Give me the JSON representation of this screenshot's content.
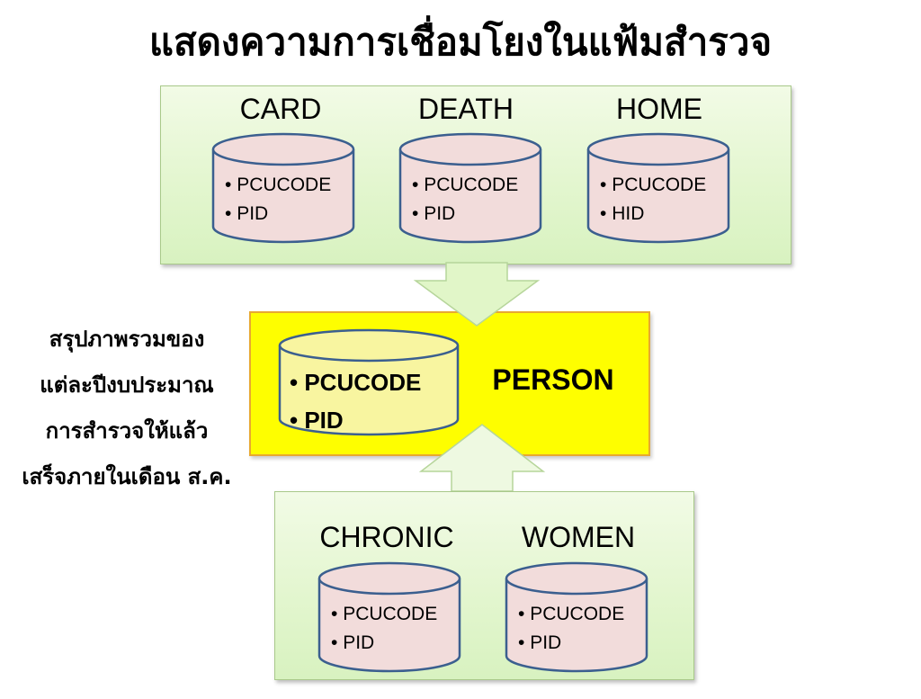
{
  "title": "แสดงความการเชื่อมโยงในแฟ้มสำรวจ",
  "top_group": {
    "files": [
      {
        "name": "CARD",
        "fields": [
          "PCUCODE",
          "PID"
        ]
      },
      {
        "name": "DEATH",
        "fields": [
          "PCUCODE",
          "PID"
        ]
      },
      {
        "name": "HOME",
        "fields": [
          "PCUCODE",
          "HID"
        ]
      }
    ]
  },
  "center": {
    "name": "PERSON",
    "fields": [
      "PCUCODE",
      "PID"
    ]
  },
  "bottom_group": {
    "files": [
      {
        "name": "CHRONIC",
        "fields": [
          "PCUCODE",
          "PID"
        ]
      },
      {
        "name": "WOMEN",
        "fields": [
          "PCUCODE",
          "PID"
        ]
      }
    ]
  },
  "side_note": [
    "สรุปภาพรวมของ",
    "แต่ละปีงบประมาณ",
    "การสำรวจให้แล้ว",
    "เสร็จภายในเดือน ส.ค."
  ],
  "colors": {
    "panel_fill": "#e3f6cf",
    "panel_border": "#a9c98a",
    "person_fill": "#fefe00",
    "person_border": "#e8a830",
    "cylinder_fill": "#f2dcdb",
    "cylinder_stroke": "#3b5f8f",
    "center_cylinder_fill": "#f8f5a0",
    "arrow_fill": "#e1f6c8"
  }
}
